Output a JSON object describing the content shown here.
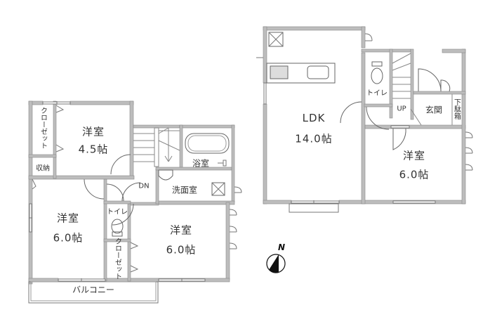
{
  "floor_plan": {
    "floor2": {
      "rooms": [
        {
          "name": "洋室",
          "size": "4.5帖"
        },
        {
          "name": "洋室",
          "size": "6.0帖"
        },
        {
          "name": "洋室",
          "size": "6.0帖"
        },
        {
          "name": "浴室"
        },
        {
          "name": "洗面室"
        },
        {
          "name": "トイレ"
        },
        {
          "name": "クローゼット"
        },
        {
          "name": "クローゼット"
        },
        {
          "name": "収納"
        },
        {
          "name": "バルコニー"
        }
      ],
      "stairs_label": "DN"
    },
    "floor1": {
      "rooms": [
        {
          "name": "LDK",
          "size": "14.0帖"
        },
        {
          "name": "洋室",
          "size": "6.0帖"
        },
        {
          "name": "玄関"
        },
        {
          "name": "トイレ"
        },
        {
          "name": "下駄箱"
        }
      ],
      "stairs_label": "UP"
    },
    "compass": {
      "label": "N"
    }
  }
}
